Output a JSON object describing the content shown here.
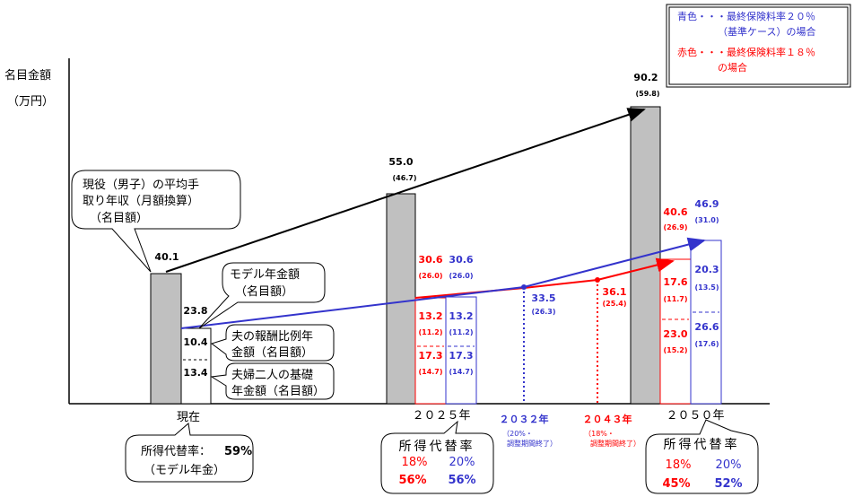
{
  "yaxis": {
    "label": "名目金額",
    "unit": "（万円）"
  },
  "legend": {
    "blue_line1": "青色・・・最終保険料率２０％",
    "blue_line2": "（基準ケース）の場合",
    "red_line1": "赤色・・・最終保険料率１８％",
    "red_line2": "の場合"
  },
  "colors": {
    "blue": "#3333cc",
    "red": "#ff0000",
    "bar": "#c0c0c0"
  },
  "callouts": {
    "income": [
      "現役（男子）の平均手",
      "取り年収（月額換算）",
      "（名目額）"
    ],
    "model": [
      "モデル年金額",
      "（名目額）"
    ],
    "proportional": [
      "夫の報酬比例年",
      "金額（名目額）"
    ],
    "basic": [
      "夫婦二人の基礎",
      "年金額（名目額）"
    ]
  },
  "chart_data": {
    "type": "bar",
    "title": "",
    "ylabel": "名目金額（万円）",
    "categories": [
      "現在",
      "２０２５年",
      "２０３２年",
      "２０４３年",
      "２０５０年"
    ],
    "current": {
      "income": "40.1",
      "model": "23.8",
      "proportional": "10.4",
      "basic": "13.4"
    },
    "y2025": {
      "income": "55.0",
      "income_real": "(46.7)",
      "red": {
        "total": "30.6",
        "total_real": "(26.0)",
        "prop": "13.2",
        "prop_real": "(11.2)",
        "basic": "17.3",
        "basic_real": "(14.7)"
      },
      "blue": {
        "total": "30.6",
        "total_real": "(26.0)",
        "prop": "13.2",
        "prop_real": "(11.2)",
        "basic": "17.3",
        "basic_real": "(14.7)"
      }
    },
    "y2032": {
      "blue": "33.5",
      "blue_real": "(26.3)",
      "label": "２０３２年",
      "note1": "（20%・",
      "note2": "調整期間終了）"
    },
    "y2043": {
      "red": "36.1",
      "red_real": "(25.4)",
      "label": "２０４３年",
      "note1": "（18%・",
      "note2": "調整期間終了）"
    },
    "y2050": {
      "income": "90.2",
      "income_real": "(59.8)",
      "red": {
        "total": "40.6",
        "total_real": "(26.9)",
        "prop": "17.6",
        "prop_real": "(11.7)",
        "basic": "23.0",
        "basic_real": "(15.2)"
      },
      "blue": {
        "total": "46.9",
        "total_real": "(31.0)",
        "prop": "20.3",
        "prop_real": "(13.5)",
        "basic": "26.6",
        "basic_real": "(17.6)"
      }
    }
  },
  "replacement": {
    "now": {
      "label": "所得代替率：",
      "value": "59%",
      "note": "（モデル年金）"
    },
    "y2025": {
      "title": "所得代替率",
      "red_rate": "18%",
      "blue_rate": "20%",
      "red_value": "56%",
      "blue_value": "56%"
    },
    "y2050": {
      "title": "所得代替率",
      "red_rate": "18%",
      "blue_rate": "20%",
      "red_value": "45%",
      "blue_value": "52%"
    }
  }
}
